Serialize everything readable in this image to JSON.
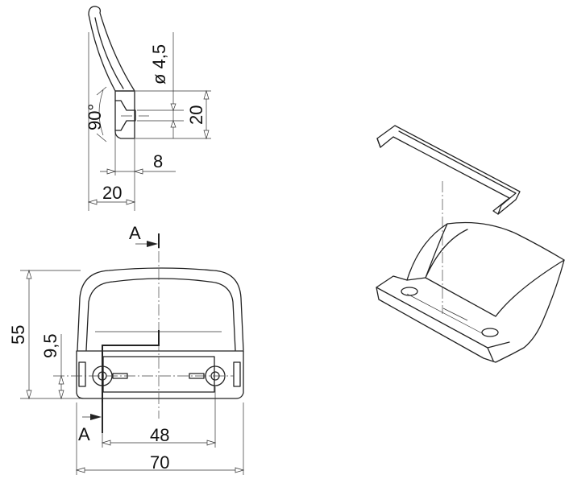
{
  "side_view": {
    "diameter_label": "ø 4,5",
    "hole_spacing_label": "20",
    "angle_label": "90°",
    "plate_thickness_label": "8",
    "depth_label": "20"
  },
  "front_view": {
    "section_marker_top": "A",
    "section_marker_bottom": "A",
    "height_label": "55",
    "hole_height_label": "9,5",
    "hole_distance_label": "48",
    "width_label": "70"
  }
}
